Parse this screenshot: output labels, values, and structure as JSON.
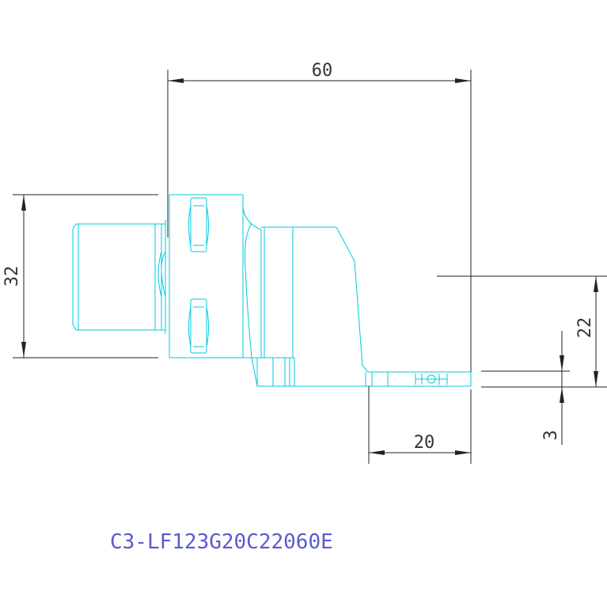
{
  "dimensions": {
    "overall_length": "60",
    "body_height": "32",
    "offset_height": "22",
    "tip_thickness": "3",
    "tip_length": "20"
  },
  "part_code": "C3-LF123G20C22060E",
  "colors": {
    "part_outline": "#00c8e0",
    "dimension_lines": "#222222",
    "part_code_text": "#5a5ad0",
    "background": "#ffffff"
  }
}
